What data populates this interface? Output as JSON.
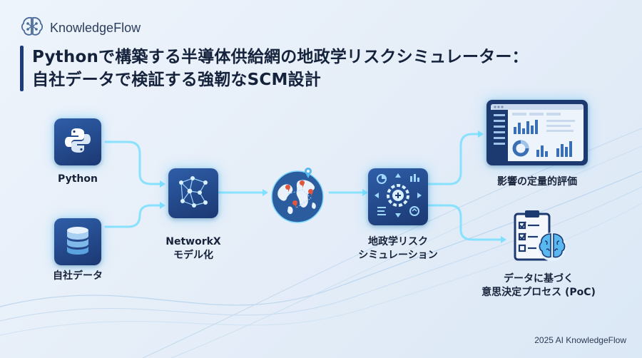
{
  "brand": {
    "name": "KnowledgeFlow",
    "icon": "brain-icon"
  },
  "title": {
    "line1": "Pythonで構築する半導体供給網の地政学リスクシミュレーター：",
    "line2": "自社データで検証する強靭なSCM設計"
  },
  "nodes": {
    "python": {
      "label": "Python",
      "icon": "python-icon"
    },
    "company_data": {
      "label": "自社データ",
      "icon": "database-icon"
    },
    "networkx": {
      "label_line1": "NetworkX",
      "label_line2": "モデル化",
      "icon": "network-graph-icon"
    },
    "globe": {
      "icon": "globe-icon"
    },
    "simulation": {
      "label_line1": "地政学リスク",
      "label_line2": "シミュレーション",
      "icon": "simulation-gear-icon"
    },
    "evaluation": {
      "label": "影響の定量的評価",
      "icon": "dashboard-icon"
    },
    "decision": {
      "label_line1": "データに基づく",
      "label_line2": "意思決定プロセス (PoC)",
      "icon": "checklist-brain-icon"
    }
  },
  "colors": {
    "tile": "#1f3f7e",
    "glow": "#5ad0ff",
    "title_accent": "#1f3c7a"
  },
  "footer": {
    "text": "2025 AI KnowledgeFlow"
  }
}
